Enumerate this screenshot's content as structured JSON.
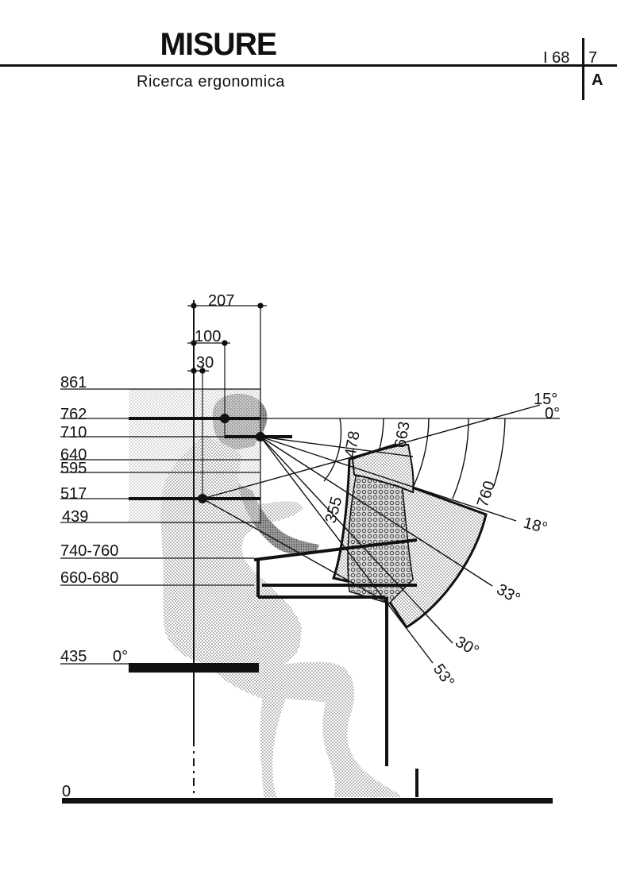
{
  "header": {
    "title": "MISURE",
    "subtitle": "Ricerca ergonomica",
    "code": "I 68",
    "sheet_number": "7",
    "sheet_letter": "A"
  },
  "diagram": {
    "height_labels": {
      "h861": "861",
      "h762": "762",
      "h710": "710",
      "h640": "640",
      "h595": "595",
      "h517": "517",
      "h439": "439",
      "h740_760": "740-760",
      "h660_680": "660-680",
      "h435": "435",
      "seat_angle": "0°",
      "h0": "0"
    },
    "width_labels": {
      "w207": "207",
      "w100": "100",
      "w30": "30"
    },
    "arc_labels": {
      "r355": "355",
      "r478": "478",
      "r663": "663",
      "r760": "760"
    },
    "angle_labels": {
      "a15": "15°",
      "a0": "0°",
      "a18": "18°",
      "a33": "33°",
      "a30": "30°",
      "a53": "53°"
    }
  }
}
